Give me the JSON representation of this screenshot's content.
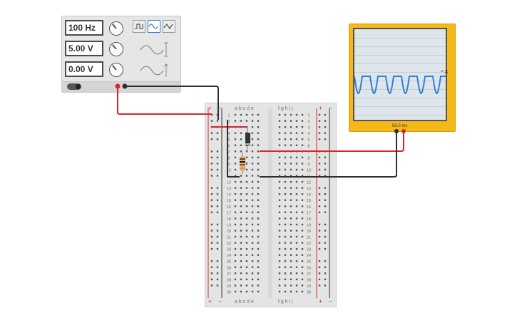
{
  "function_generator": {
    "frequency": "100 Hz",
    "amplitude": "5.00 V",
    "offset": "0.00 V",
    "waveforms": [
      "square-wave-icon",
      "sine-wave-icon",
      "triangle-wave-icon"
    ],
    "selected_waveform": "sine-wave-icon"
  },
  "breadboard": {
    "column_headers_left": "a b c d e",
    "column_headers_right": "f g h i j",
    "plus_symbol": "+",
    "minus_symbol": "−"
  },
  "oscilloscope": {
    "time_per_div": "50.0 ms",
    "volts_per_div": "10 V"
  },
  "colors": {
    "wire_red": "#d62828",
    "wire_black": "#2e2e2e",
    "trace": "#2f7fd8",
    "scope_body": "#f4b819"
  }
}
